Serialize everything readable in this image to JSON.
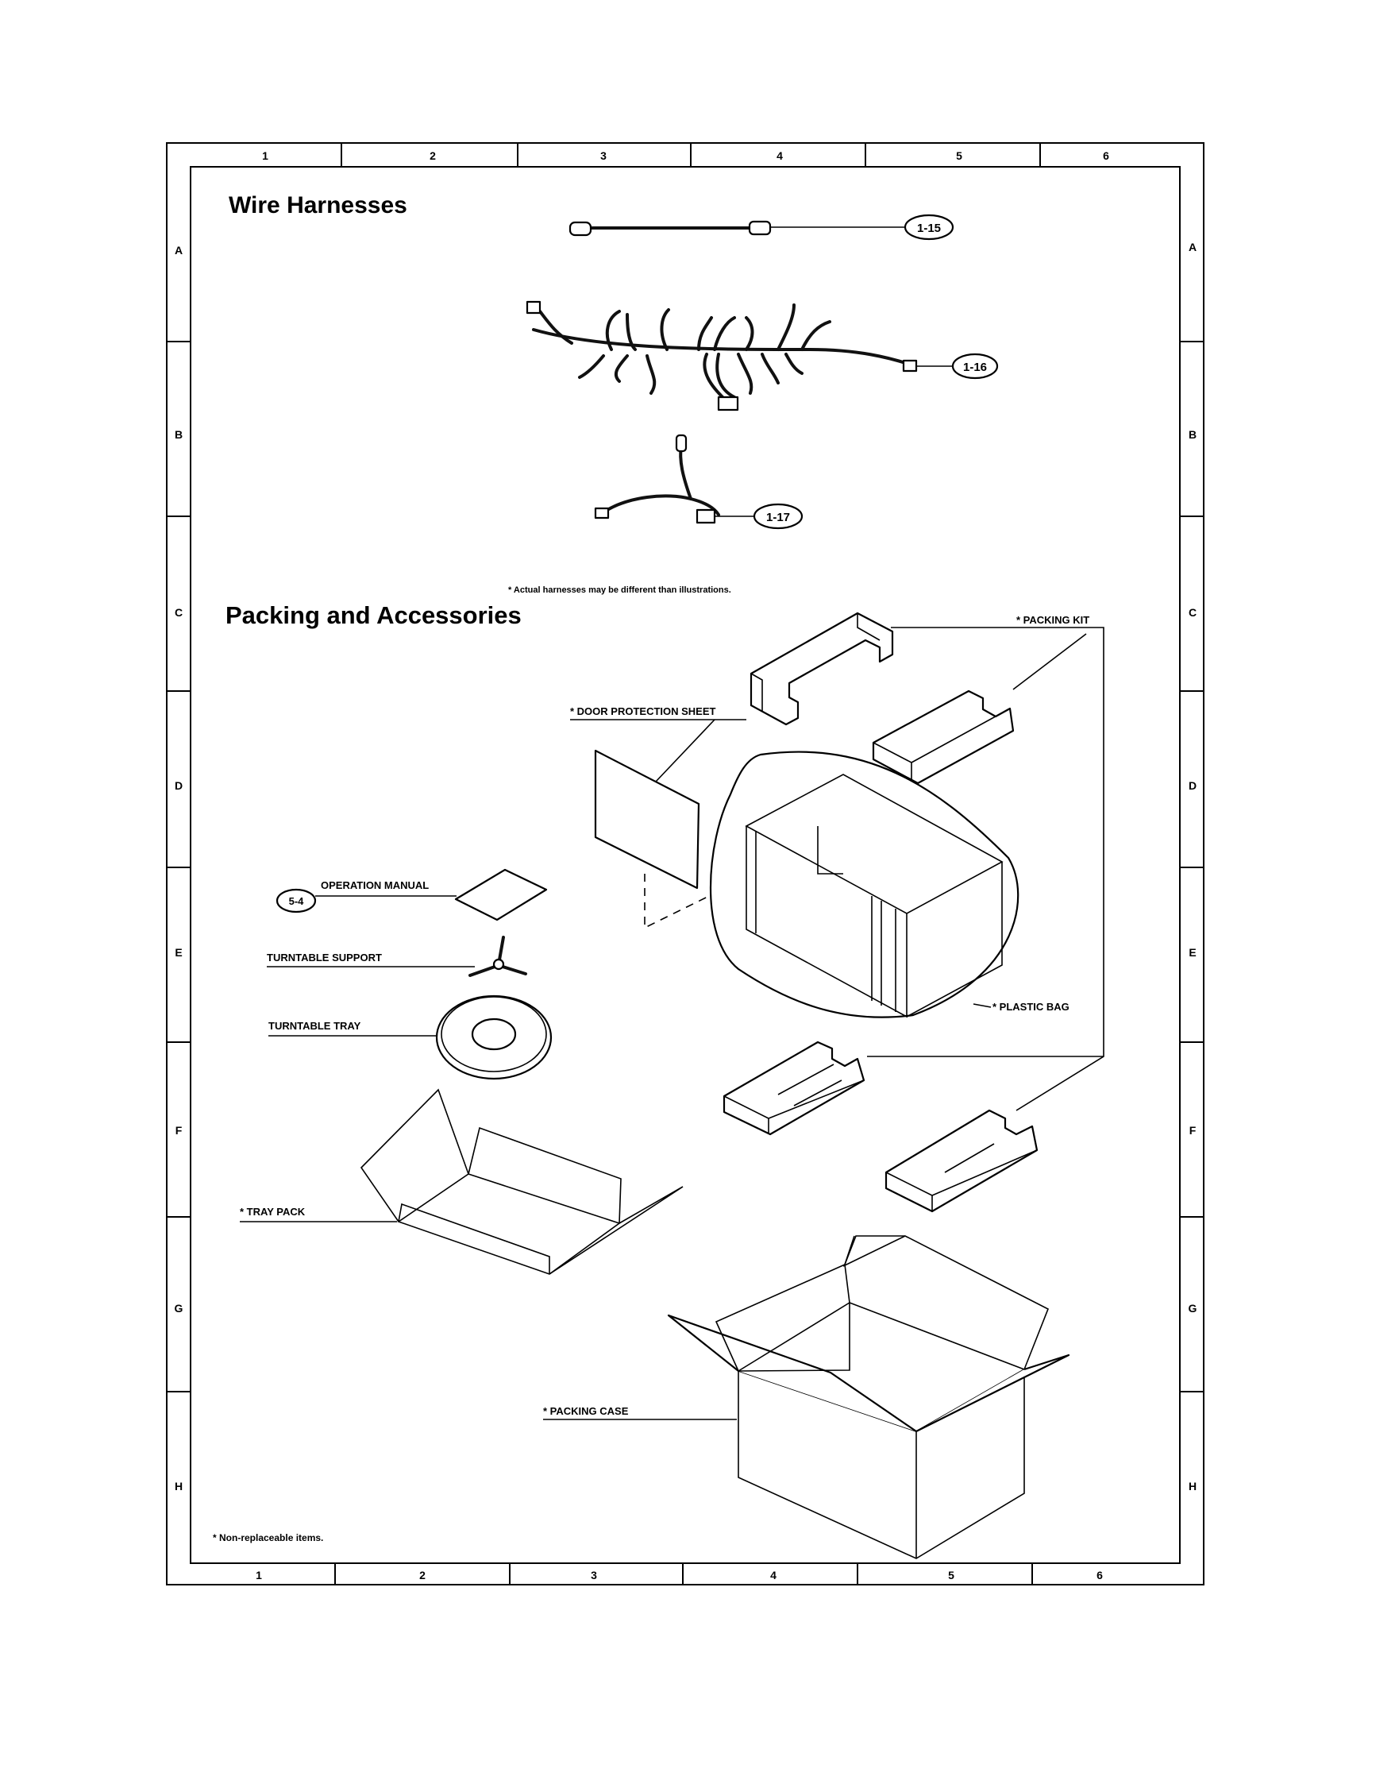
{
  "grid": {
    "columns": [
      "1",
      "2",
      "3",
      "4",
      "5",
      "6"
    ],
    "rows": [
      "A",
      "B",
      "C",
      "D",
      "E",
      "F",
      "G",
      "H"
    ]
  },
  "sections": {
    "wire_harnesses": "Wire Harnesses",
    "packing_accessories": "Packing and Accessories"
  },
  "callouts": {
    "h15": "1-15",
    "h16": "1-16",
    "h17": "1-17",
    "manual": "5-4"
  },
  "notes": {
    "harness_note": "* Actual harnesses may be different than illustrations.",
    "non_replaceable": "* Non-replaceable items."
  },
  "labels": {
    "packing_kit": "* PACKING KIT",
    "door_protection_sheet": "* DOOR PROTECTION SHEET",
    "operation_manual": "OPERATION MANUAL",
    "turntable_support": "TURNTABLE SUPPORT",
    "turntable_tray": "TURNTABLE TRAY",
    "plastic_bag": "* PLASTIC BAG",
    "tray_pack": "* TRAY PACK",
    "packing_case": "* PACKING CASE"
  }
}
